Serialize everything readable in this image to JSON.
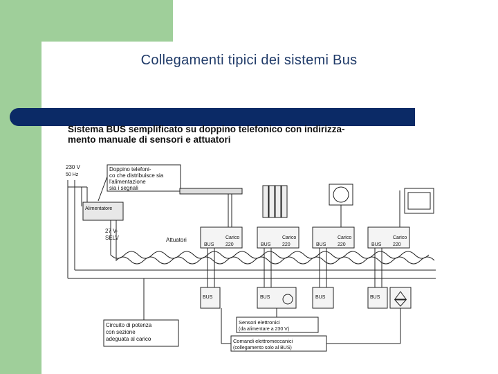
{
  "slide": {
    "title": "Collegamenti tipici dei sistemi Bus"
  },
  "diagram": {
    "heading_line1": "Sistema BUS semplificato su doppino telefonico con indirizza-",
    "heading_line2": "mento manuale di sensori e attuatori",
    "supply": {
      "line1": "230 V",
      "line2": "50 Hz"
    },
    "twisted_pair_note": [
      "Doppino telefoni-",
      "co che distribuisce sia",
      "l'alimentazione",
      "sia i segnali"
    ],
    "alimentatore": "Alimentatore",
    "selv": {
      "line1": "27 V-",
      "line2": "SELV"
    },
    "attuatori": "Attuatori",
    "actuator_box": {
      "carico": "Carico",
      "bus": "BUS",
      "v220": "220"
    },
    "sensor_bus": "BUS",
    "power_note": [
      "Circuito di potenza",
      "con sezione",
      "adeguata al carico"
    ],
    "sensori_note": [
      "Sensori elettronici",
      "(da alimentare a 230 V)"
    ],
    "comandi_note": [
      "Comandi elettromeccanici",
      "(collegamento solo al BUS)"
    ]
  }
}
